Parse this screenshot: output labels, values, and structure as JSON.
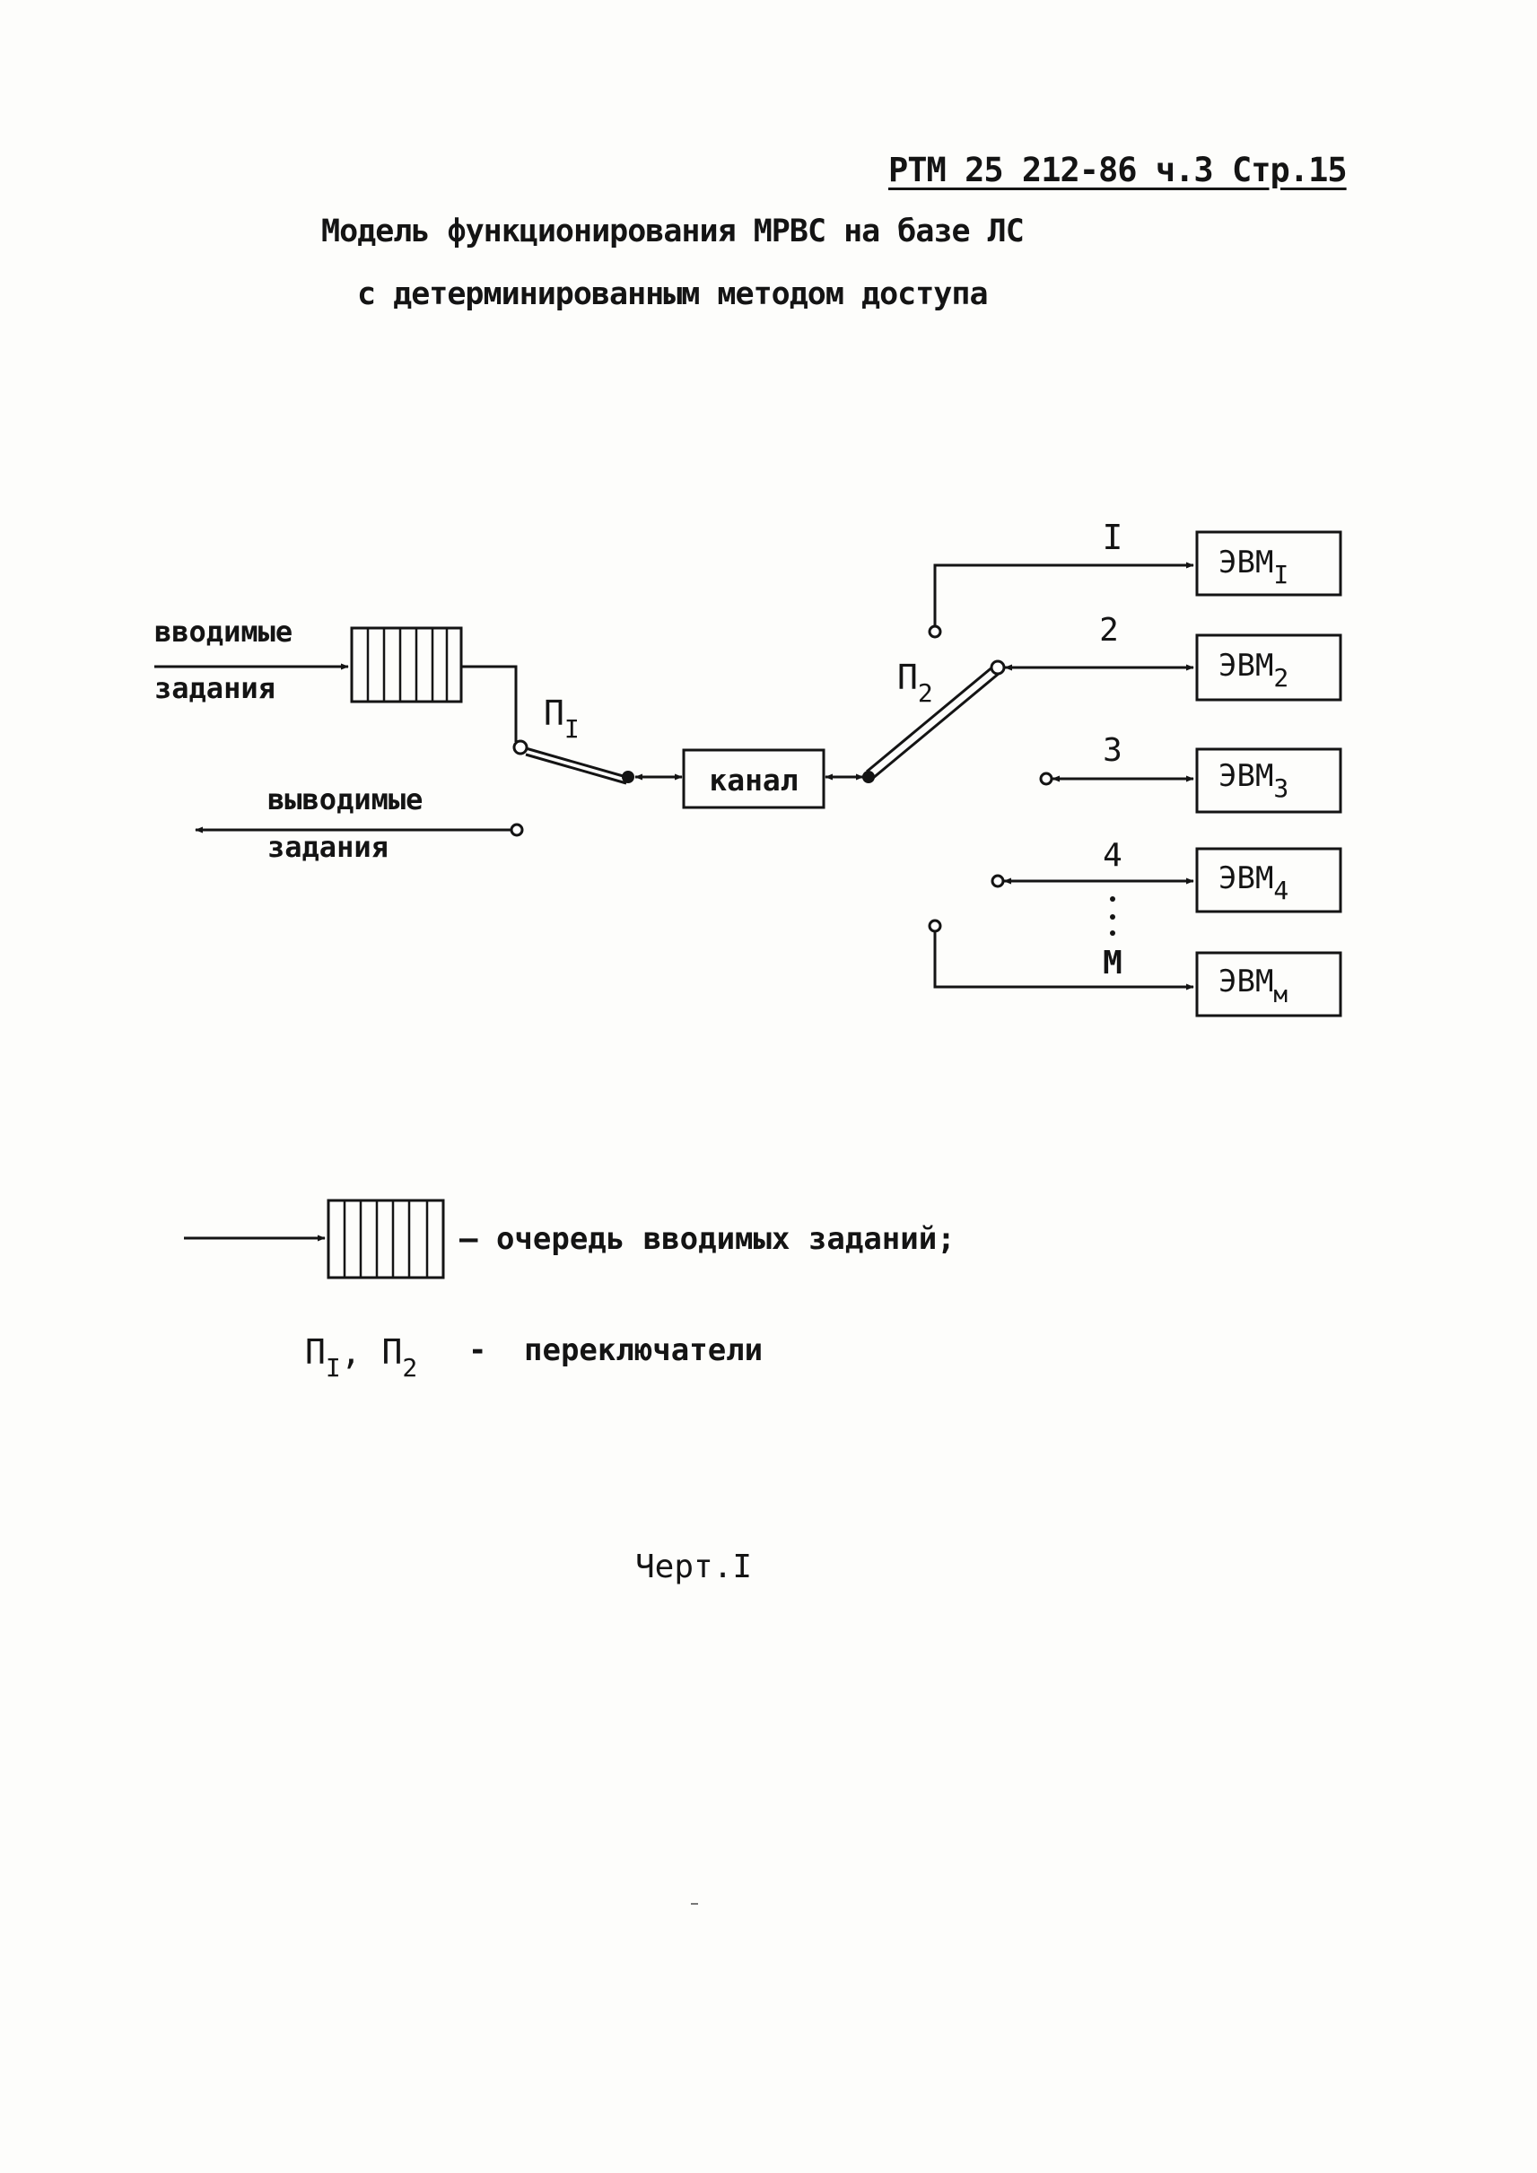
{
  "header": {
    "doc_ref": "РТМ 25 212-86 ч.3 Стр.15"
  },
  "title": {
    "line1": "Модель функционирования МРВС на базе ЛС",
    "line2": "с детерминированным методом доступа"
  },
  "diagram": {
    "input_label_line1": "вводимые",
    "input_label_line2": "задания",
    "output_label_line1": "выводимые",
    "output_label_line2": "задания",
    "switch1": {
      "letter": "П",
      "index": "I"
    },
    "switch2": {
      "letter": "П",
      "index": "2"
    },
    "channel": "канал",
    "computers": [
      {
        "line": "I",
        "name": "ЭВМ",
        "index": "I"
      },
      {
        "line": "2",
        "name": "ЭВМ",
        "index": "2"
      },
      {
        "line": "3",
        "name": "ЭВМ",
        "index": "3"
      },
      {
        "line": "4",
        "name": "ЭВМ",
        "index": "4"
      },
      {
        "line": "М",
        "name": "ЭВМ",
        "index": "м"
      }
    ]
  },
  "legend": {
    "queue_text": "— очередь вводимых заданий;",
    "switch_letter": "П",
    "switch_index1": "I",
    "switch_sep": ", ",
    "switch_index2": "2",
    "switch_dash": "-",
    "switch_text": "переключатели"
  },
  "caption": "Черт.I"
}
